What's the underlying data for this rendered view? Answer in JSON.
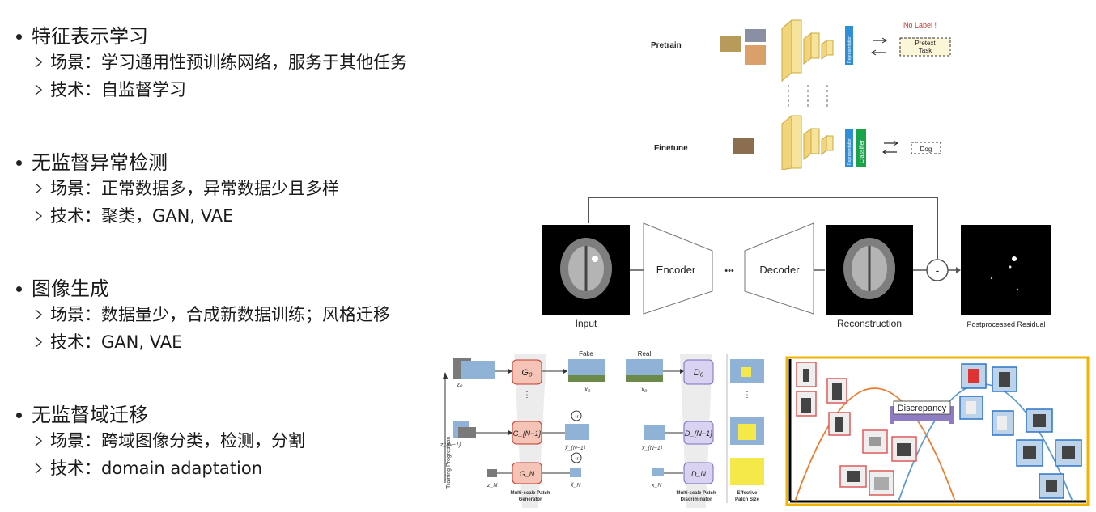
{
  "topics": [
    {
      "title": "特征表示学习",
      "items": [
        {
          "label": "场景：",
          "text": "学习通用性预训练网络，服务于其他任务"
        },
        {
          "label": "技术：",
          "text": "自监督学习"
        }
      ]
    },
    {
      "title": "无监督异常检测",
      "items": [
        {
          "label": "场景：",
          "text": "正常数据多，异常数据少且多样"
        },
        {
          "label": "技术：",
          "text": "聚类，GAN, VAE"
        }
      ]
    },
    {
      "title": "图像生成",
      "items": [
        {
          "label": "场景：",
          "text": "数据量少，合成新数据训练；风格迁移"
        },
        {
          "label": "技术：",
          "text": "GAN, VAE"
        }
      ]
    },
    {
      "title": "无监督域迁移",
      "items": [
        {
          "label": "场景：",
          "text": "跨域图像分类，检测，分割"
        },
        {
          "label": "技术：",
          "text": "domain adaptation"
        }
      ]
    }
  ],
  "pretrain_fig": {
    "pretrain": "Pretrain",
    "finetune": "Finetune",
    "no_label": "No Label !",
    "pretext_line1": "Pretext",
    "pretext_line2": "Task",
    "representation": "Representation",
    "classifier": "Classifier",
    "dog": "Dog"
  },
  "ae_fig": {
    "encoder": "Encoder",
    "decoder": "Decoder",
    "dots": "•••",
    "minus": "-",
    "input": "Input",
    "reconstruction": "Reconstruction",
    "residual": "Postprocessed Residual"
  },
  "gan_fig": {
    "fake": "Fake",
    "real": "Real",
    "g0": "G₀",
    "g1": "G_{N−1}",
    "gn": "G_N",
    "d0": "D₀",
    "d1": "D_{N−1}",
    "dn": "D_N",
    "z0": "z₀",
    "zn1": "z_{N−1}",
    "zn": "z_N",
    "x0t": "x̃₀",
    "x0": "x₀",
    "xn1t": "x̃_{N−1}",
    "xn1": "x_{N−1}",
    "xnt": "x̃_N",
    "xn": "x_N",
    "progress": "Training Progression",
    "gen_line1": "Multi-scale Patch",
    "gen_line2": "Generator",
    "dis_line1": "Multi-scale Patch",
    "dis_line2": "Discriminator",
    "eff_line1": "Effective",
    "eff_line2": "Patch Size",
    "vdots": "⋮",
    "up": "↑r"
  },
  "da_fig": {
    "discrepancy": "Discrepancy"
  },
  "colors": {
    "orange": "#ed7d31",
    "blue": "#5b9bd5",
    "purple": "#8e7cc3",
    "gold": "#f0b400"
  }
}
